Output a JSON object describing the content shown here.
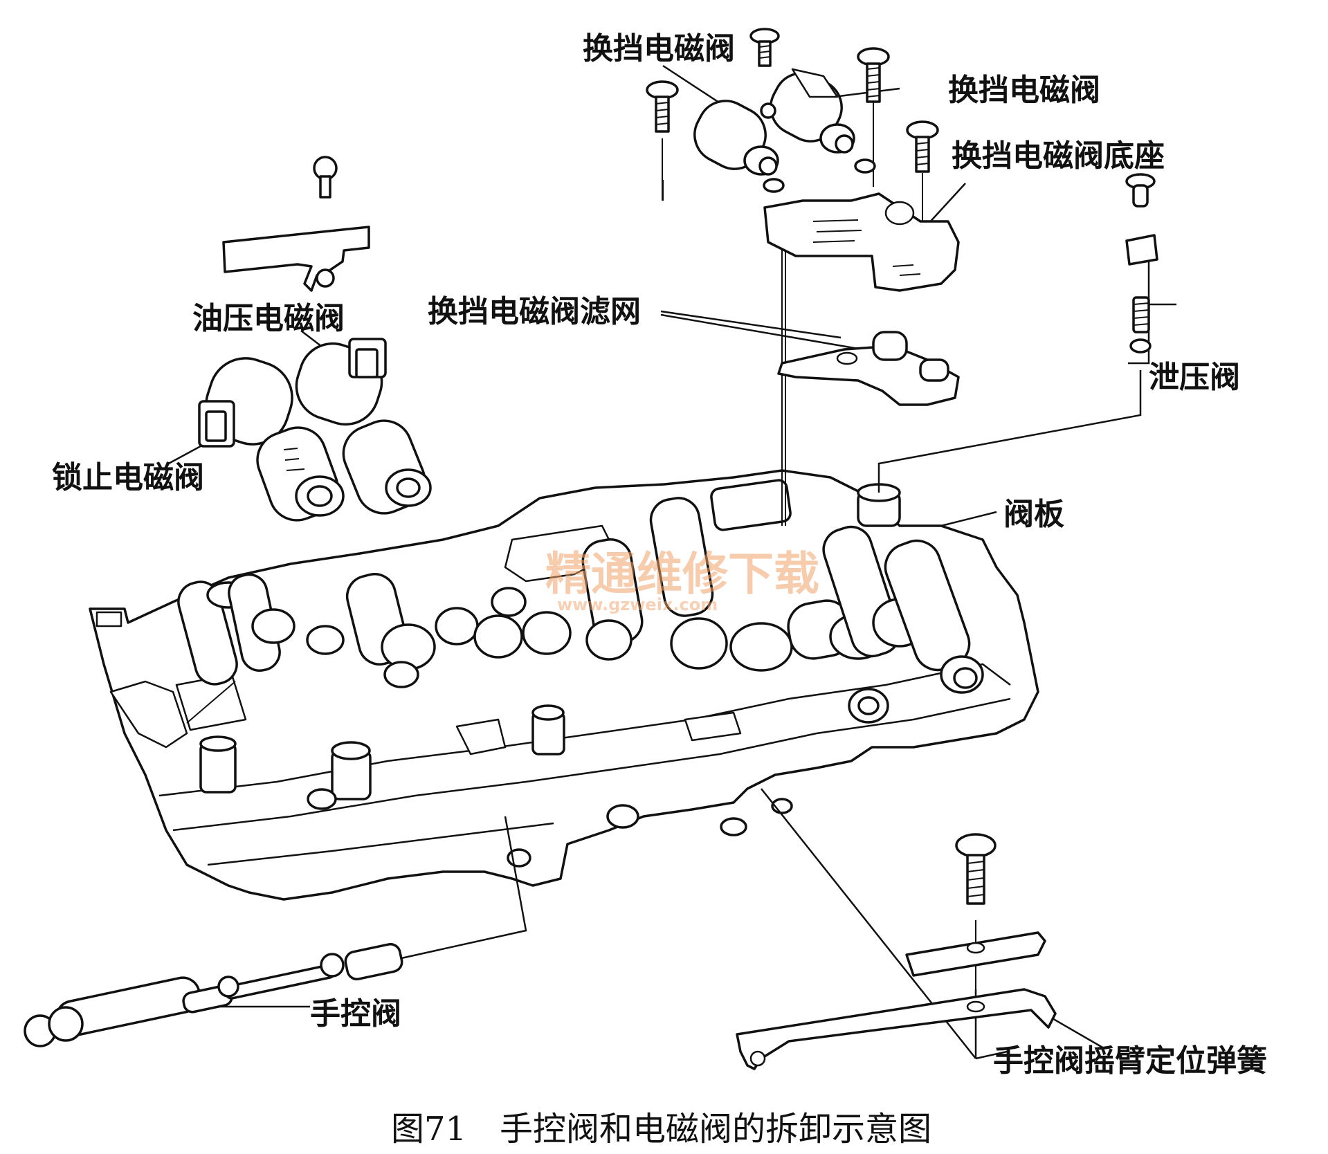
{
  "labels": {
    "shift_solenoid_1": "换挡电磁阀",
    "shift_solenoid_2": "换挡电磁阀",
    "shift_solenoid_base": "换挡电磁阀底座",
    "oil_pressure_solenoid": "油压电磁阀",
    "shift_solenoid_filter": "换挡电磁阀滤网",
    "lockup_solenoid": "锁止电磁阀",
    "relief_valve": "泄压阀",
    "valve_body": "阀板",
    "manual_valve": "手控阀",
    "manual_valve_detent_spring": "手控阀摇臂定位弹簧"
  },
  "caption": {
    "figure_number": "图71",
    "title": "手控阀和电磁阀的拆卸示意图"
  },
  "watermark": {
    "text": "精通维修下载",
    "url": "www.gzweix.com"
  }
}
